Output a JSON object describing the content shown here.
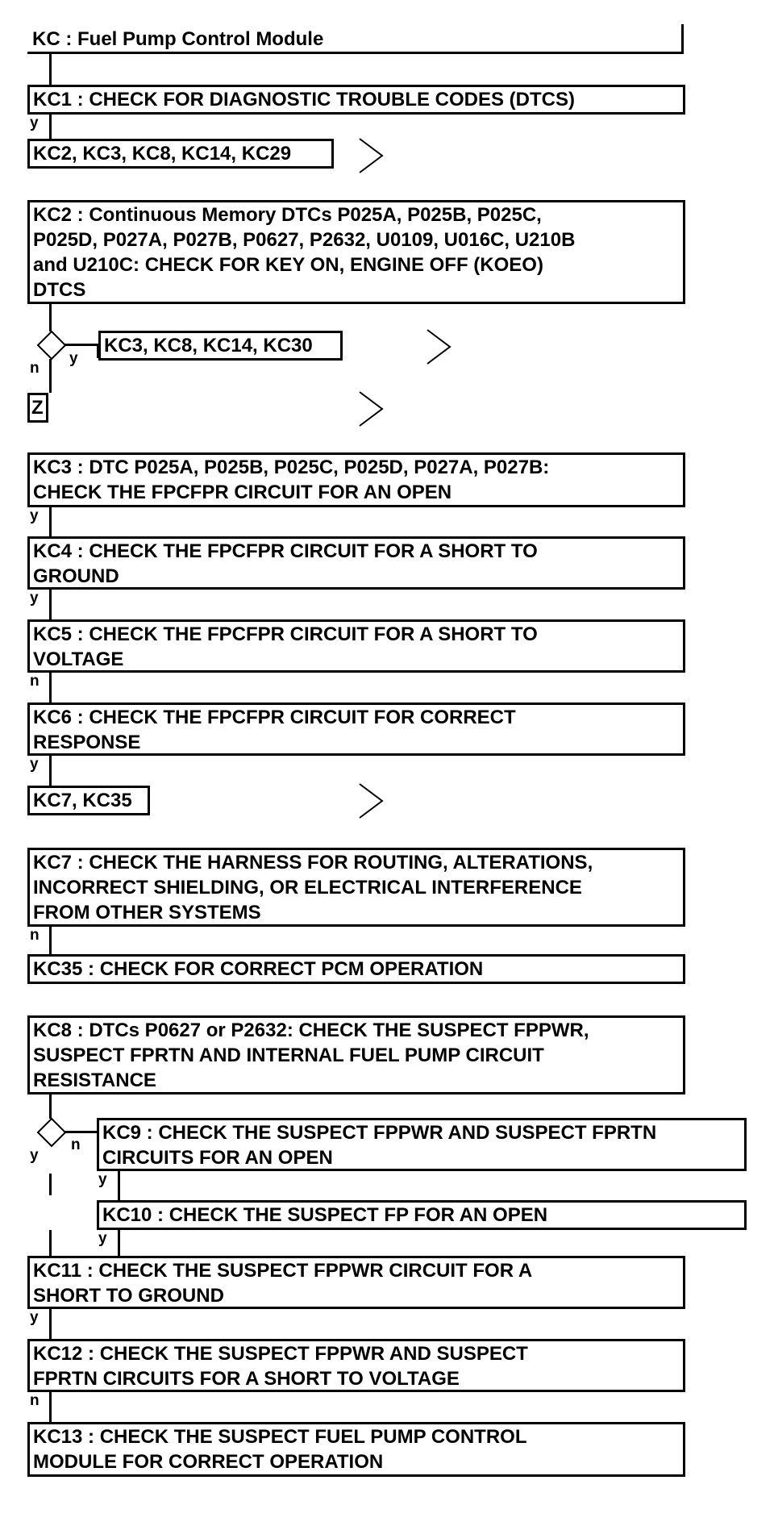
{
  "header": {
    "title": "KC : Fuel Pump Control Module"
  },
  "kc1": {
    "text": "KC1 : CHECK FOR DIAGNOSTIC TROUBLE CODES (DTCS)",
    "branch_label": "y",
    "next": "KC2, KC3, KC8, KC14, KC29"
  },
  "kc2": {
    "text": "KC2 : Continuous Memory DTCs P025A, P025B, P025C,\nP025D, P027A, P027B, P0627, P2632, U0109, U016C, U210B\nand U210C: CHECK FOR KEY ON, ENGINE OFF (KOEO)\nDTCS",
    "yes_label": "y",
    "no_label": "n",
    "yes_next": "KC3, KC8, KC14, KC30",
    "no_next": "Z"
  },
  "kc3": {
    "text": "KC3 : DTC P025A, P025B, P025C, P025D, P027A, P027B:\nCHECK THE FPCFPR CIRCUIT FOR AN OPEN",
    "branch_label": "y"
  },
  "kc4": {
    "text": "KC4 : CHECK THE FPCFPR CIRCUIT FOR A SHORT TO\nGROUND",
    "branch_label": "y"
  },
  "kc5": {
    "text": "KC5 : CHECK THE FPCFPR CIRCUIT FOR A SHORT TO\nVOLTAGE",
    "branch_label": "n"
  },
  "kc6": {
    "text": "KC6 : CHECK THE FPCFPR CIRCUIT FOR CORRECT\nRESPONSE",
    "branch_label": "y",
    "next": "KC7, KC35"
  },
  "kc7": {
    "text": "KC7 : CHECK THE HARNESS FOR ROUTING, ALTERATIONS,\nINCORRECT SHIELDING, OR ELECTRICAL INTERFERENCE\nFROM OTHER SYSTEMS",
    "branch_label": "n"
  },
  "kc35": {
    "text": "KC35 : CHECK FOR CORRECT PCM OPERATION"
  },
  "kc8": {
    "text": "KC8 : DTCs P0627 or P2632: CHECK THE SUSPECT FPPWR,\nSUSPECT FPRTN AND INTERNAL FUEL PUMP CIRCUIT\nRESISTANCE",
    "yes_label": "y",
    "no_label": "n"
  },
  "kc9": {
    "text": "KC9 : CHECK THE SUSPECT FPPWR AND SUSPECT FPRTN\nCIRCUITS FOR AN OPEN",
    "branch_label": "y"
  },
  "kc10": {
    "text": "KC10 : CHECK THE SUSPECT FP FOR AN OPEN",
    "branch_label": "y"
  },
  "kc11": {
    "text": "KC11 : CHECK THE SUSPECT FPPWR CIRCUIT FOR A\nSHORT TO GROUND",
    "branch_label": "y"
  },
  "kc12": {
    "text": "KC12 : CHECK THE SUSPECT FPPWR AND SUSPECT\nFPRTN CIRCUITS FOR A SHORT TO VOLTAGE",
    "branch_label": "n"
  },
  "kc13": {
    "text": "KC13 : CHECK THE SUSPECT FUEL PUMP CONTROL\nMODULE FOR CORRECT OPERATION"
  }
}
